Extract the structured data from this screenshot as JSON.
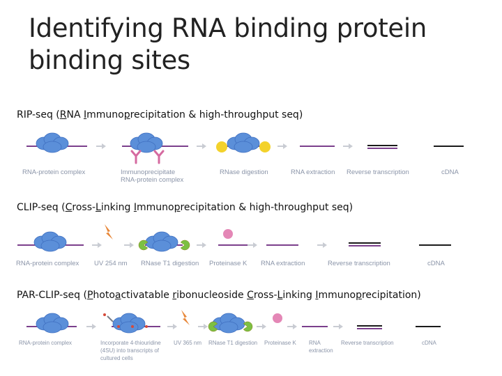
{
  "title_lines": [
    "Identifying RNA binding protein",
    "binding sites"
  ],
  "methods": [
    {
      "heading_parts": [
        {
          "t": "RIP-seq ("
        },
        {
          "t": "R",
          "u": true
        },
        {
          "t": "NA "
        },
        {
          "t": "I",
          "u": true
        },
        {
          "t": "mmuno"
        },
        {
          "t": "p",
          "u": true
        },
        {
          "t": "recipitation & high-throughput seq)"
        }
      ],
      "steps": [
        {
          "label": [
            "RNA-protein complex"
          ]
        },
        {
          "label": [
            "Immunoprecipitate",
            "RNA-protein complex"
          ]
        },
        {
          "label": [
            "RNase digestion"
          ]
        },
        {
          "label": [
            "RNA extraction"
          ]
        },
        {
          "label": [
            "Reverse transcription"
          ]
        },
        {
          "label": [
            "cDNA"
          ]
        }
      ]
    },
    {
      "heading_parts": [
        {
          "t": "CLIP-seq ("
        },
        {
          "t": "C",
          "u": true
        },
        {
          "t": "ross-"
        },
        {
          "t": "L",
          "u": true
        },
        {
          "t": "inking "
        },
        {
          "t": "I",
          "u": true
        },
        {
          "t": "mmuno"
        },
        {
          "t": "p",
          "u": true
        },
        {
          "t": "recipitation & high-throughput seq)"
        }
      ],
      "steps": [
        {
          "label": [
            "RNA-protein complex"
          ]
        },
        {
          "label": [
            "UV 254 nm"
          ]
        },
        {
          "label": [
            "RNase T1 digestion"
          ]
        },
        {
          "label": [
            "Proteinase K"
          ]
        },
        {
          "label": [
            "RNA extraction"
          ]
        },
        {
          "label": [
            "Reverse transcription"
          ]
        },
        {
          "label": [
            "cDNA"
          ]
        }
      ]
    },
    {
      "heading_parts": [
        {
          "t": "PAR-CLIP-seq ("
        },
        {
          "t": "P",
          "u": true
        },
        {
          "t": "hoto"
        },
        {
          "t": "a",
          "u": true
        },
        {
          "t": "ctivatable "
        },
        {
          "t": "r",
          "u": true
        },
        {
          "t": "ibonucleoside "
        },
        {
          "t": "C",
          "u": true
        },
        {
          "t": "ross-"
        },
        {
          "t": "L",
          "u": true
        },
        {
          "t": "inking "
        },
        {
          "t": "I",
          "u": true
        },
        {
          "t": "mmuno"
        },
        {
          "t": "p",
          "u": true
        },
        {
          "t": "recipitation)"
        }
      ],
      "steps": [
        {
          "label": [
            "RNA-protein complex"
          ]
        },
        {
          "label": [
            "Incorporate 4-thiouridine",
            "(4SU) into transcripts of",
            "cultured cells"
          ]
        },
        {
          "label": [
            "UV 365 nm"
          ]
        },
        {
          "label": [
            "RNase T1 digestion"
          ]
        },
        {
          "label": [
            "Proteinase K"
          ]
        },
        {
          "label": [
            "RNA",
            "extraction"
          ]
        },
        {
          "label": [
            "Reverse transcription"
          ]
        },
        {
          "label": [
            "cDNA"
          ]
        }
      ]
    }
  ],
  "colors": {
    "rna": "#7b3f8c",
    "protein": "#5b8fd9",
    "protein_dark": "#3f6fc0",
    "antibody": "#d56aa0",
    "rnase": "#f3d22b",
    "rnase_t1": "#7cc043",
    "proteinase": "#e487b6",
    "arrow": "#c9ccd3",
    "cdna": "#1a1a1a",
    "label": "#8a94a8"
  }
}
